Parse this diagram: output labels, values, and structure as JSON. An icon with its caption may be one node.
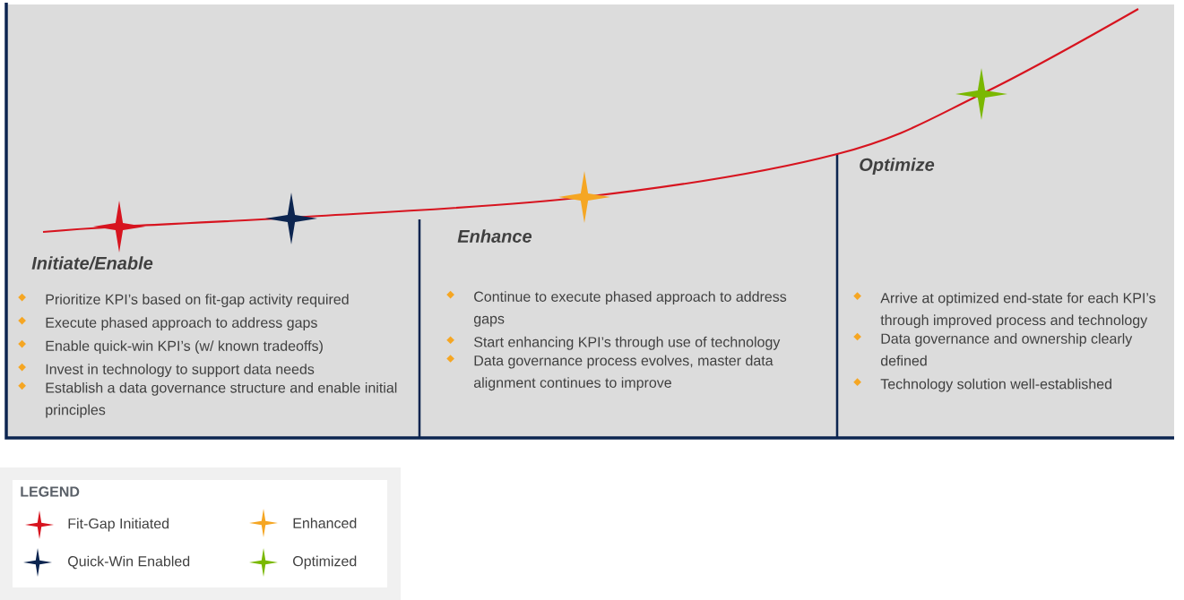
{
  "diagram": {
    "nodes": [
      {
        "text": [
          "Initiate/Enable",
          "Prioritize KPI’s based on fit-gap activity required",
          "Execute phased approach to address gaps",
          "Enable quick-win KPI’s (w/ known tradeoffs)",
          "Invest in technology to support data needs",
          "Establish a data governance structure and enable initial principles"
        ]
      },
      {
        "text": [
          "Enhance",
          "Continue to execute phased approach to address gaps",
          "Start enhancing KPI’s through use of technology",
          "Data governance process evolves, master data alignment continues to improve"
        ]
      },
      {
        "text": [
          "Optimize",
          "Arrive at optimized end-state for each KPI’s through improved process and technology",
          "Data governance and ownership clearly defined",
          "Technology solution well-established"
        ]
      }
    ],
    "labels": [
      "LEGEND"
    ],
    "legend": [
      {
        "text": "Fit-Gap Initiated",
        "color": "#d7141f"
      },
      {
        "text": "Quick-Win Enabled",
        "color": "#0c2550"
      },
      {
        "text": "Enhanced",
        "color": "#f5a623"
      },
      {
        "text": "Optimized",
        "color": "#7ab800"
      }
    ]
  }
}
